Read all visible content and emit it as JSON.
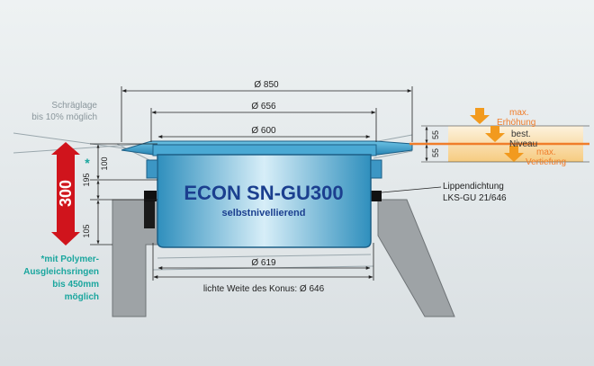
{
  "dimensions": {
    "d850": "Ø 850",
    "d656": "Ø 656",
    "d600": "Ø 600",
    "d619": "Ø 619",
    "konus": "lichte Weite des Konus: Ø 646",
    "h100": "100",
    "h195": "195",
    "h105": "105",
    "h55a": "55",
    "h55b": "55"
  },
  "tilt": {
    "line1": "Schräglage",
    "line2": "bis 10% möglich"
  },
  "height_badge": {
    "value": "300",
    "asterisk": "*"
  },
  "product": {
    "name": "ECON SN-GU300",
    "subtitle": "selbstnivellierend"
  },
  "seal": {
    "line1": "Lippendichtung",
    "line2": "LKS-GU 21/646"
  },
  "levels": {
    "raise1": "max.",
    "raise2": "Erhöhung",
    "level1": "best.",
    "level2": "Niveau",
    "lower1": "max.",
    "lower2": "Vertiefung"
  },
  "footnote": {
    "line1": "*mit Polymer-",
    "line2": "Ausgleichsringen",
    "line3": "bis 450mm",
    "line4": "möglich"
  },
  "colors": {
    "background": "#dfe5e8",
    "concrete": "#9ea3a6",
    "body_blue": "#3da0c9",
    "text_blue": "#1b3f8f",
    "red_badge": "#d0141c",
    "teal": "#1aa69e",
    "orange_level": "#f07d2a",
    "orange_arrow": "#f29a1e"
  }
}
